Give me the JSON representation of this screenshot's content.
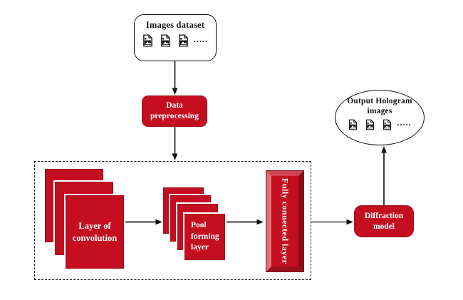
{
  "colors": {
    "primary_red": "#c40e20",
    "stack_edge_red": "#9b0a16",
    "fc_bevel_light": "#e0707b",
    "fc_bevel_dark": "#8a0e18",
    "line_black": "#1a1a1a",
    "connector_gray": "#5f5f5f"
  },
  "dataset_box": {
    "title": "Images dataset",
    "icon": "image-file-icon",
    "icon_count": 3,
    "dots": "....."
  },
  "preprocessing_box": {
    "label": "Data\npreprocessing"
  },
  "cnn_container": {
    "convolution_stack": {
      "label": "Layer of\nconvolution",
      "sheet_count": 3
    },
    "pooling_stack": {
      "label": "Pool\nforming\nlayer",
      "sheet_count": 4
    },
    "fully_connected_bar": {
      "label": "Fully connected layer"
    }
  },
  "diffraction_box": {
    "label": "Diffraction\nmodel"
  },
  "output_ellipse": {
    "title": "Output Hologram\nimages",
    "icon": "image-file-icon",
    "icon_count": 3,
    "dots": "....."
  }
}
